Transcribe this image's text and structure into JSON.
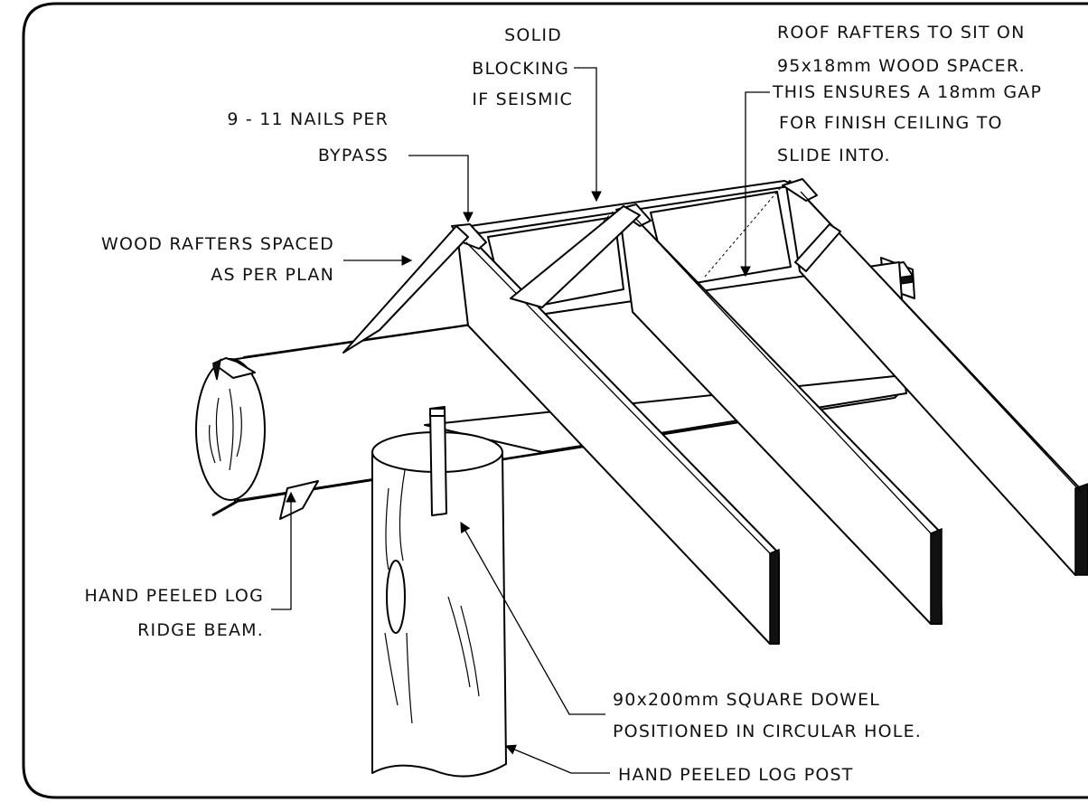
{
  "labels": {
    "solid_blocking": [
      "SOLID",
      "BLOCKING",
      "IF SEISMIC"
    ],
    "roof_rafters": [
      "ROOF RAFTERS TO SIT ON",
      "95x18mm  WOOD SPACER.",
      "THIS ENSURES A 18mm GAP",
      "FOR FINISH CEILING TO",
      "SLIDE INTO."
    ],
    "nails": [
      "9 - 11 NAILS PER",
      "BYPASS"
    ],
    "wood_rafters": [
      "WOOD RAFTERS SPACED",
      "AS PER PLAN"
    ],
    "ridge_beam": [
      "HAND PEELED LOG",
      "RIDGE BEAM."
    ],
    "dowel": [
      "90x200mm SQUARE DOWEL",
      "POSITIONED IN CIRCULAR HOLE."
    ],
    "post": [
      "HAND PEELED LOG POST"
    ]
  }
}
